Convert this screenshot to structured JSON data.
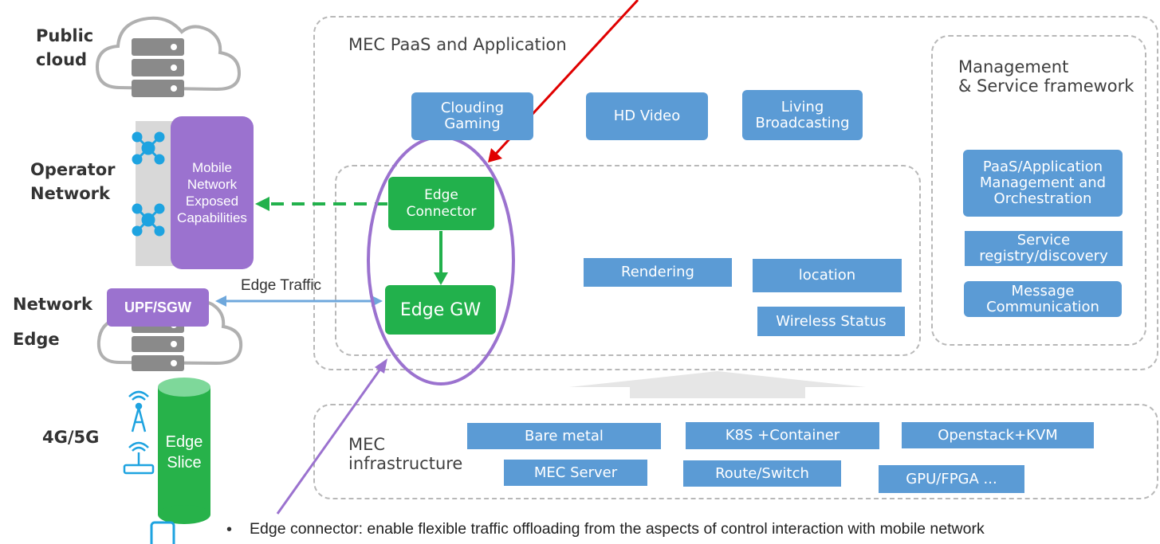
{
  "left_column": {
    "public_cloud_label": "Public\ncloud",
    "operator_network_label": "Operator\nNetwork",
    "network_edge_label": "Network\nEdge",
    "radio_label": "4G/5G",
    "mobile_capabilities": "Mobile\nNetwork\nExposed\nCapabilities",
    "upf_sgw": "UPF/SGW",
    "edge_slice": "Edge\nSlice",
    "edge_traffic": "Edge Traffic"
  },
  "mec_paas": {
    "title": "MEC PaaS and Application",
    "apps": [
      "Clouding\nGaming",
      "HD Video",
      "Living\nBroadcasting"
    ],
    "edge_connector": "Edge\nConnector",
    "edge_gw": "Edge GW",
    "services": [
      "Rendering",
      "location",
      "Wireless Status"
    ]
  },
  "management": {
    "title": "Management\n& Service framework",
    "items": [
      "PaaS/Application\nManagement and\nOrchestration",
      "Service\nregistry/discovery",
      "Message\nCommunication"
    ]
  },
  "mec_infra": {
    "title": "MEC\ninfrastructure",
    "items": [
      "Bare metal",
      "K8S +Container",
      "Openstack+KVM",
      "MEC Server",
      "Route/Switch",
      "GPU/FPGA ..."
    ]
  },
  "footnote": {
    "bullet": "•",
    "text": "Edge connector: enable flexible traffic offloading from the aspects of control interaction with mobile network"
  },
  "colors": {
    "blue_box": "#5b9bd5",
    "green_box": "#22b14c",
    "purple": "#9b72cf",
    "red_arrow": "#e00000"
  }
}
